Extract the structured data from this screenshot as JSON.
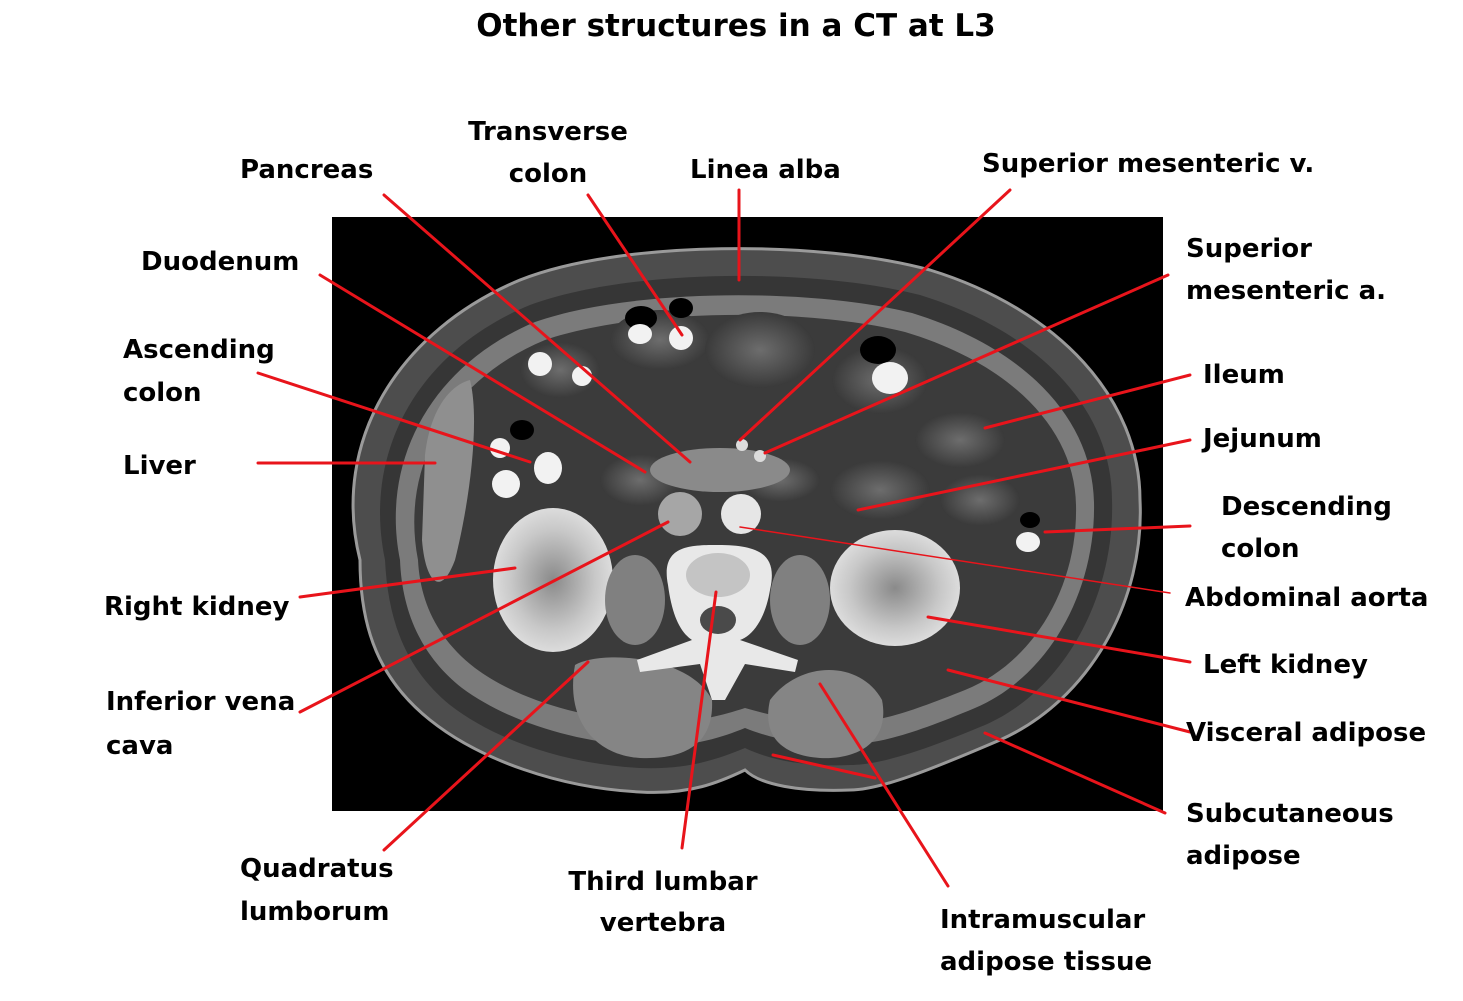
{
  "title": "Other structures in a CT at L3",
  "labels": {
    "pancreas": "Pancreas",
    "transverse_colon_1": "Transverse",
    "transverse_colon_2": "colon",
    "linea_alba": "Linea alba",
    "superior_mesenteric_v": "Superior mesenteric v.",
    "duodenum": "Duodenum",
    "superior_mesenteric_a_1": "Superior",
    "superior_mesenteric_a_2": "mesenteric a.",
    "ascending_colon_1": "Ascending",
    "ascending_colon_2": "colon",
    "ileum": "Ileum",
    "jejunum": "Jejunum",
    "liver": "Liver",
    "descending_colon_1": "Descending",
    "descending_colon_2": "colon",
    "right_kidney": "Right kidney",
    "abdominal_aorta": "Abdominal aorta",
    "left_kidney": "Left kidney",
    "inferior_vena_cava_1": "Inferior vena",
    "inferior_vena_cava_2": "cava",
    "visceral_adipose": "Visceral adipose",
    "subcutaneous_adipose_1": "Subcutaneous",
    "subcutaneous_adipose_2": "adipose",
    "quadratus_lumborum_1": "Quadratus",
    "quadratus_lumborum_2": "lumborum",
    "third_lumbar_vertebra_1": "Third lumbar",
    "third_lumbar_vertebra_2": "vertebra",
    "intramuscular_adipose_1": "Intramuscular",
    "intramuscular_adipose_2": "adipose tissue"
  },
  "colors": {
    "leader_line": "#e8141b",
    "scan_background": "#000000",
    "text": "#000000"
  }
}
